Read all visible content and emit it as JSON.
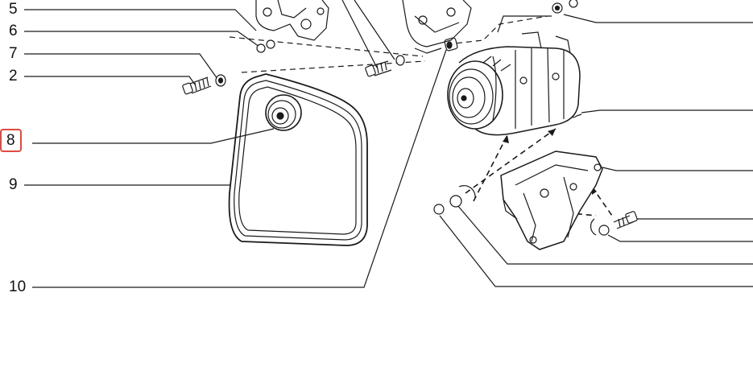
{
  "diagram": {
    "callouts": [
      {
        "id": "5",
        "label": "5",
        "selected": false
      },
      {
        "id": "6",
        "label": "6",
        "selected": false
      },
      {
        "id": "7",
        "label": "7",
        "selected": false
      },
      {
        "id": "2",
        "label": "2",
        "selected": false
      },
      {
        "id": "8",
        "label": "8",
        "selected": true
      },
      {
        "id": "9",
        "label": "9",
        "selected": false
      },
      {
        "id": "10",
        "label": "10",
        "selected": false
      }
    ],
    "colors": {
      "line": "#1a1a1a",
      "highlight": "#e04a3f",
      "background": "#ffffff"
    },
    "parts_depicted": [
      "belt-tensioner-pulley",
      "drive-belt",
      "ac-compressor",
      "compressor-bracket",
      "bolts",
      "washers",
      "nuts"
    ]
  }
}
